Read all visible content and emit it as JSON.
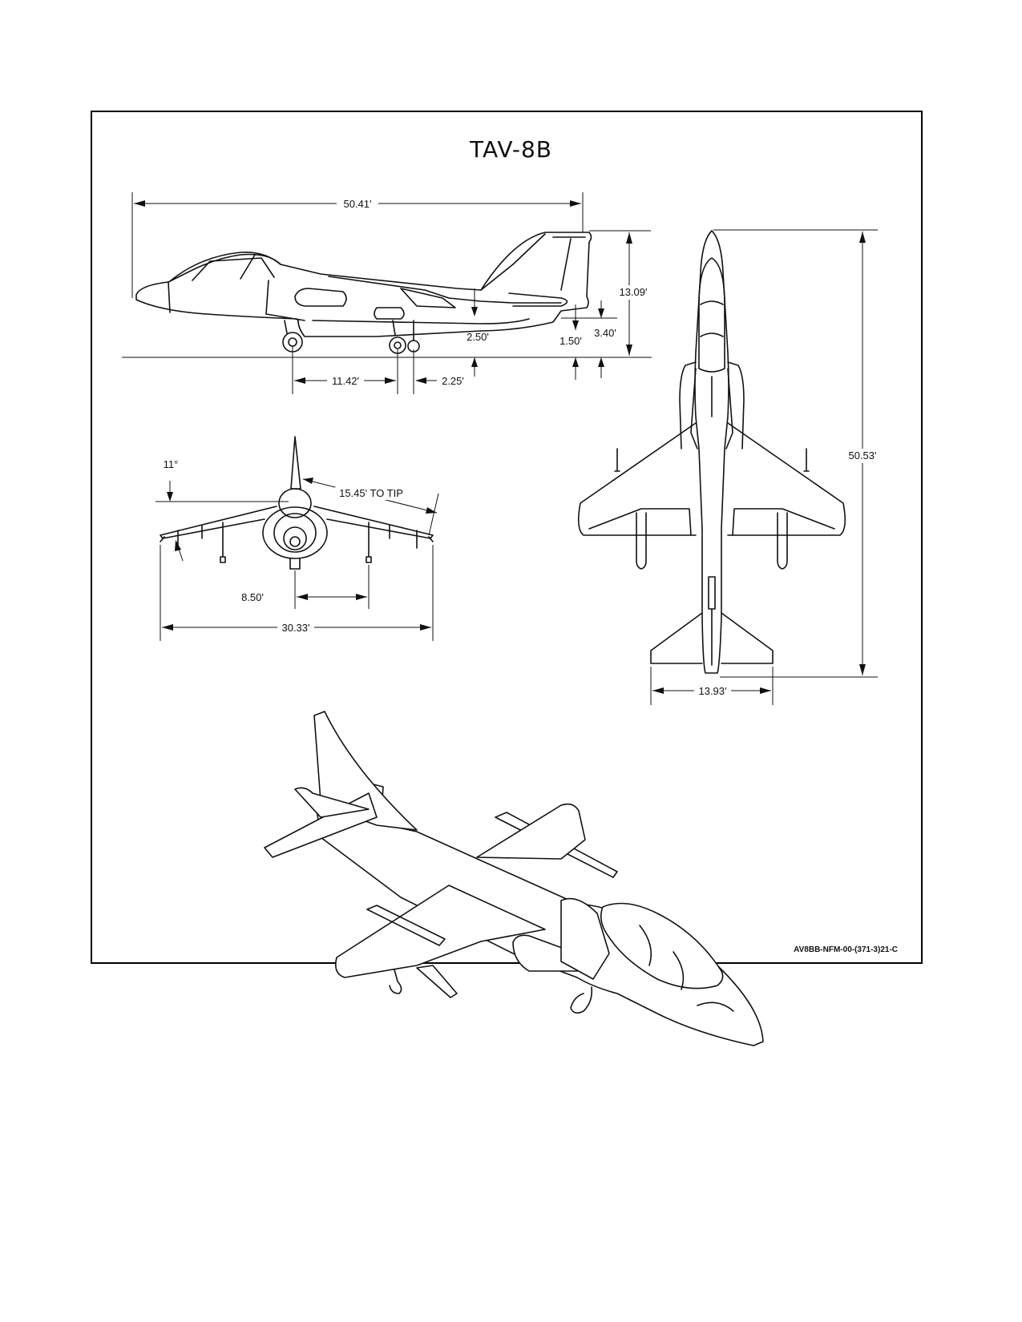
{
  "title": "TAV-8B",
  "document_reference": "AV8BB-NFM-00-(371-3)21-C",
  "dimensions": {
    "overall_length": "50.41'",
    "height": "13.09'",
    "nozzle_height": "3.40'",
    "inlet_height": "2.50'",
    "tail_clearance": "1.50'",
    "wheelbase": "11.42'",
    "main_to_outrigger": "2.25'",
    "dihedral_angle": "11°",
    "wingtip_length": "15.45' TO TIP",
    "outrigger_track": "8.50'",
    "wingspan": "30.33'",
    "plan_length": "50.53'",
    "tailplane_span": "13.93'"
  }
}
